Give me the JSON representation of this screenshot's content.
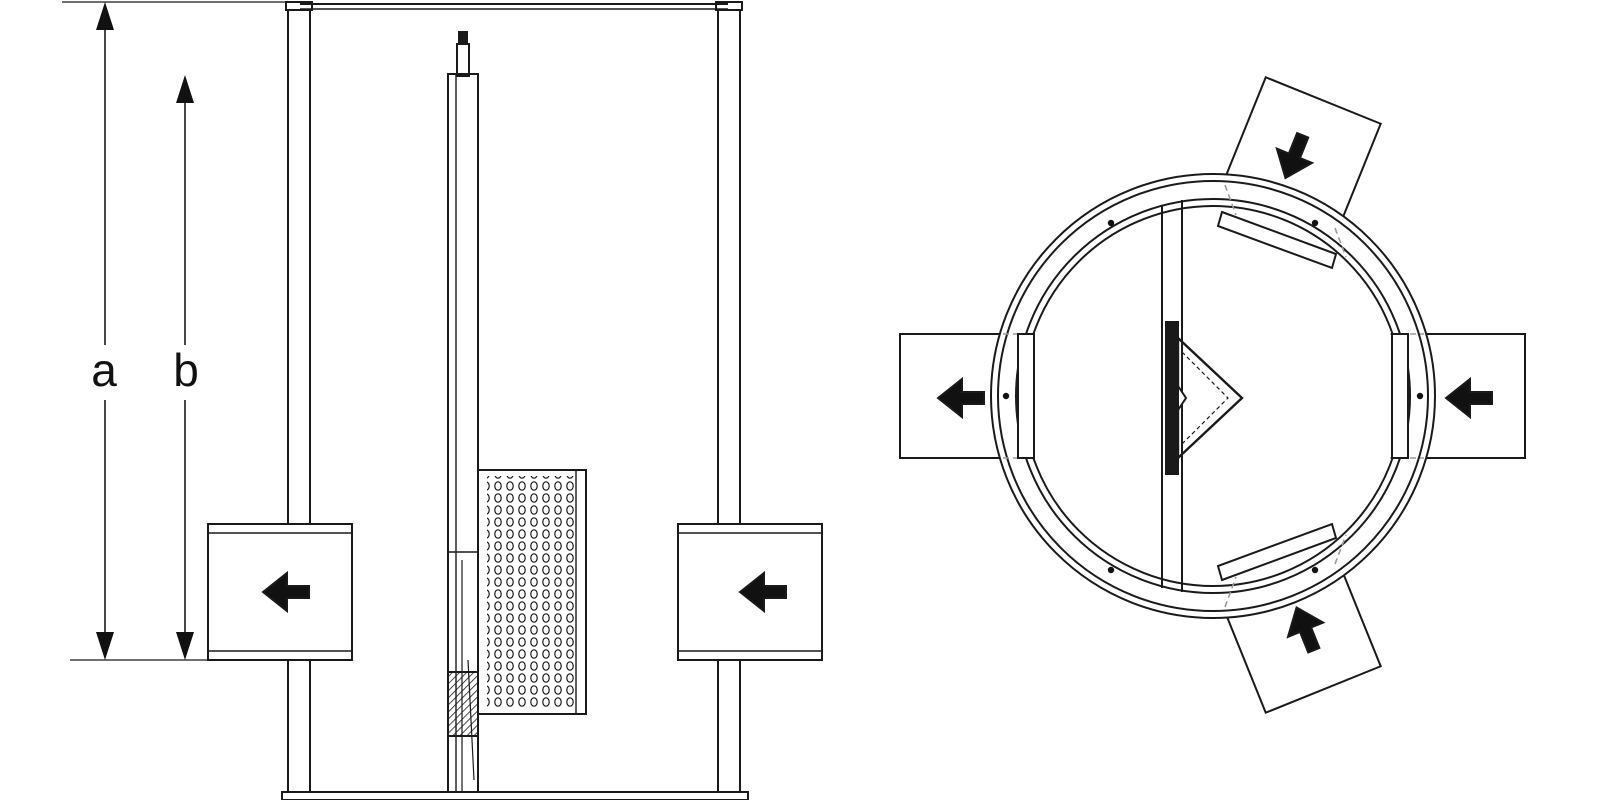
{
  "dimensions": {
    "a": {
      "label": "a"
    },
    "b": {
      "label": "b"
    }
  },
  "colors": {
    "line": "#1a1a1a",
    "hidden_line": "#9a9a9a",
    "background": "#ffffff",
    "arrow": "#111111"
  },
  "views": {
    "side_view": {
      "inlets": [
        "left-inlet",
        "right-inlet"
      ],
      "arrow_direction": "left"
    },
    "top_view": {
      "inlets": [
        "left",
        "right",
        "top-right",
        "bottom-right"
      ],
      "arrow_icon": "flow-arrow-icon"
    }
  }
}
